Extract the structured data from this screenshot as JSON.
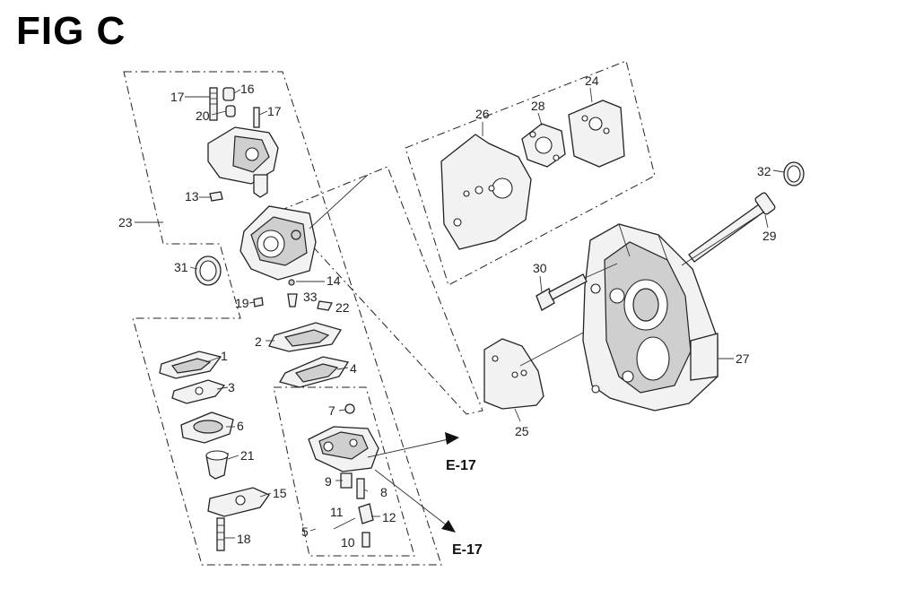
{
  "title": "FIG C",
  "callouts": {
    "p1": "1",
    "p2": "2",
    "p3": "3",
    "p4": "4",
    "p5": "5",
    "p6": "6",
    "p7": "7",
    "p8": "8",
    "p9": "9",
    "p10": "10",
    "p11": "11",
    "p12": "12",
    "p13": "13",
    "p14": "14",
    "p15": "15",
    "p16": "16",
    "p17a": "17",
    "p17b": "17",
    "p18": "18",
    "p19": "19",
    "p20": "20",
    "p21": "21",
    "p22": "22",
    "p23": "23",
    "p24": "24",
    "p25": "25",
    "p26": "26",
    "p27": "27",
    "p28": "28",
    "p29": "29",
    "p30": "30",
    "p31": "31",
    "p32": "32",
    "p33": "33"
  },
  "references": {
    "ref_upper": "E-17",
    "ref_lower": "E-17"
  }
}
